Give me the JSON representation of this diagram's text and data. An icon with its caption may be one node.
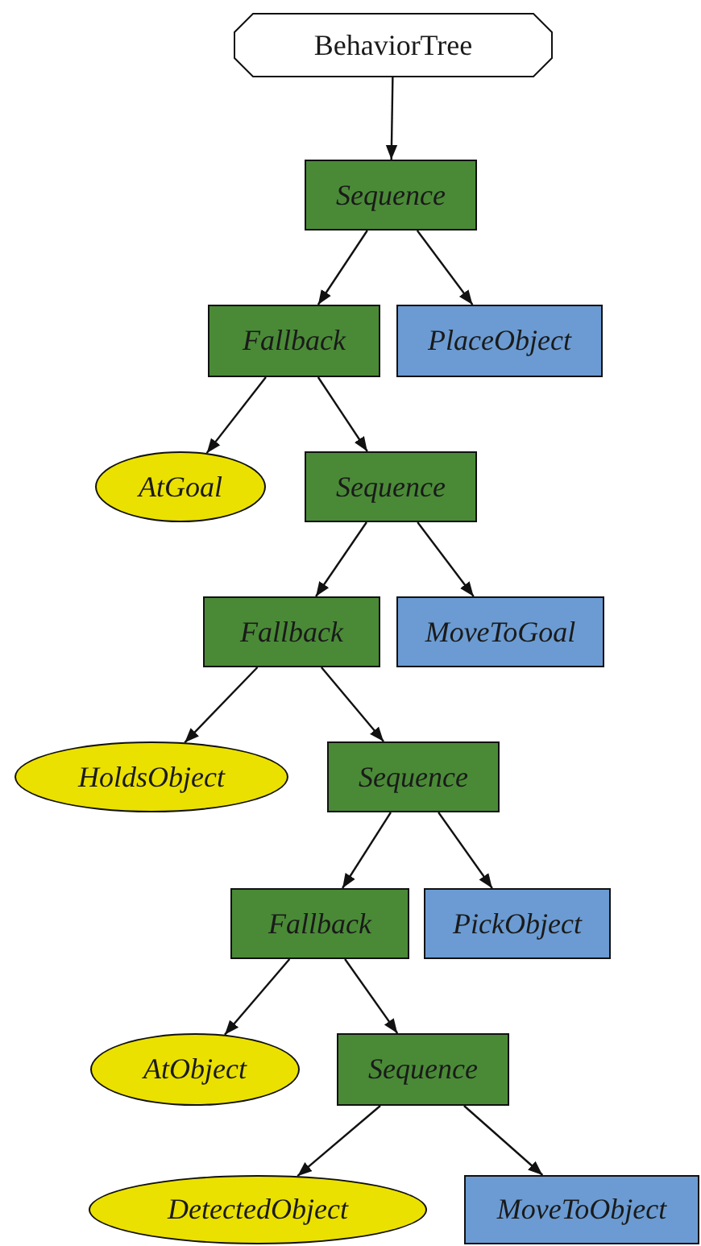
{
  "diagram": {
    "nodes": [
      {
        "text": [
          "BehaviorTree"
        ]
      },
      {
        "text": [
          "Sequence"
        ]
      },
      {
        "text": [
          "Fallback"
        ]
      },
      {
        "text": [
          "PlaceObject"
        ]
      },
      {
        "text": [
          "AtGoal"
        ]
      },
      {
        "text": [
          "Sequence"
        ]
      },
      {
        "text": [
          "Fallback"
        ]
      },
      {
        "text": [
          "MoveToGoal"
        ]
      },
      {
        "text": [
          "HoldsObject"
        ]
      },
      {
        "text": [
          "Sequence"
        ]
      },
      {
        "text": [
          "Fallback"
        ]
      },
      {
        "text": [
          "PickObject"
        ]
      },
      {
        "text": [
          "AtObject"
        ]
      },
      {
        "text": [
          "Sequence"
        ]
      },
      {
        "text": [
          "DetectedObject"
        ]
      },
      {
        "text": [
          "MoveToObject"
        ]
      }
    ],
    "edges": [
      {
        "from": 0,
        "to": 1,
        "arrow": "to"
      },
      {
        "from": 1,
        "to": 2,
        "arrow": "to"
      },
      {
        "from": 1,
        "to": 3,
        "arrow": "to"
      },
      {
        "from": 2,
        "to": 4,
        "arrow": "to"
      },
      {
        "from": 2,
        "to": 5,
        "arrow": "to"
      },
      {
        "from": 5,
        "to": 6,
        "arrow": "to"
      },
      {
        "from": 5,
        "to": 7,
        "arrow": "to"
      },
      {
        "from": 6,
        "to": 8,
        "arrow": "to"
      },
      {
        "from": 6,
        "to": 9,
        "arrow": "to"
      },
      {
        "from": 9,
        "to": 10,
        "arrow": "to"
      },
      {
        "from": 9,
        "to": 11,
        "arrow": "to"
      },
      {
        "from": 10,
        "to": 12,
        "arrow": "to"
      },
      {
        "from": 10,
        "to": 13,
        "arrow": "to"
      },
      {
        "from": 13,
        "to": 14,
        "arrow": "to"
      },
      {
        "from": 13,
        "to": 15,
        "arrow": "to"
      }
    ]
  }
}
